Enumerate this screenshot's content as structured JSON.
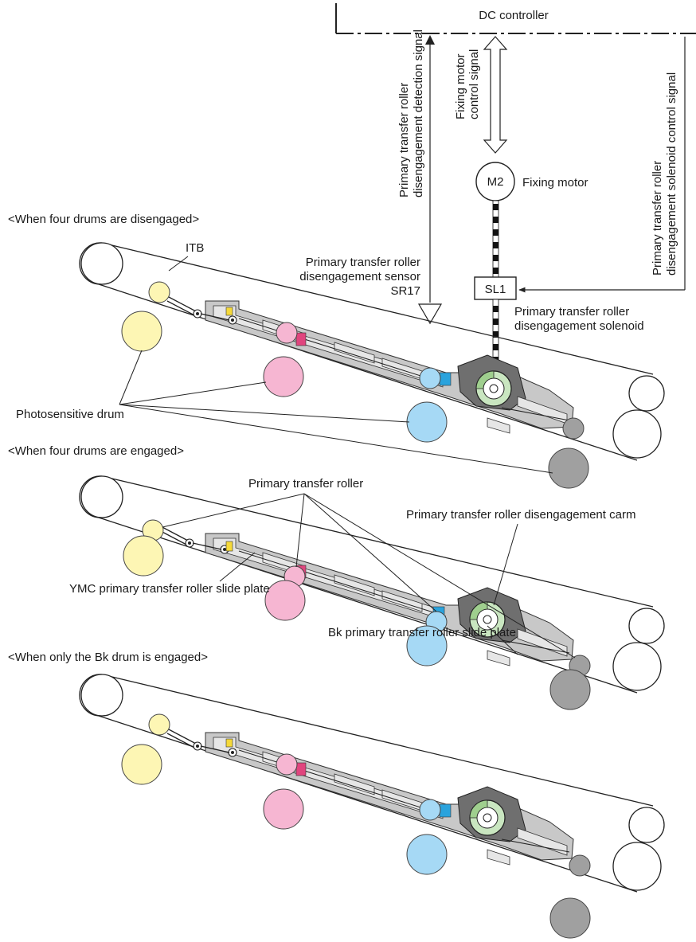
{
  "header": {
    "dc_controller": "DC controller"
  },
  "signals": {
    "detection_signal_line1": "Primary transfer roller",
    "detection_signal_line2": "disengagement detection signal",
    "motor_signal_line1": "Fixing motor",
    "motor_signal_line2": "control signal",
    "solenoid_signal_line1": "Primary transfer roller",
    "solenoid_signal_line2": "disengagement solenoid control signal"
  },
  "components": {
    "motor_tag": "M2",
    "motor_name": "Fixing motor",
    "solenoid_tag": "SL1",
    "solenoid_name_line1": "Primary transfer roller",
    "solenoid_name_line2": "disengagement solenoid",
    "sensor_line1": "Primary transfer roller",
    "sensor_line2": "disengagement sensor",
    "sensor_tag": "SR17",
    "itb": "ITB",
    "photosensitive_drum": "Photosensitive drum",
    "primary_transfer_roller": "Primary transfer roller",
    "cam": "Primary transfer roller disengagement carm",
    "ymc_slide_plate": "YMC primary transfer roller slide plate",
    "bk_slide_plate": "Bk primary transfer roller slide plate"
  },
  "states": {
    "all_disengaged": "<When four drums are disengaged>",
    "all_engaged": "<When four drums are engaged>",
    "bk_only": "<When only the Bk drum is engaged>"
  },
  "colors": {
    "yellow_drum": "#fdf6b4",
    "magenta_drum": "#f6b6d2",
    "cyan_drum": "#a6d9f5",
    "black_drum": "#a0a0a0",
    "cam_green": "#c9e6c0",
    "yellow_part": "#f5d93a",
    "magenta_part": "#e0457e",
    "cyan_part": "#2aa3dd"
  }
}
